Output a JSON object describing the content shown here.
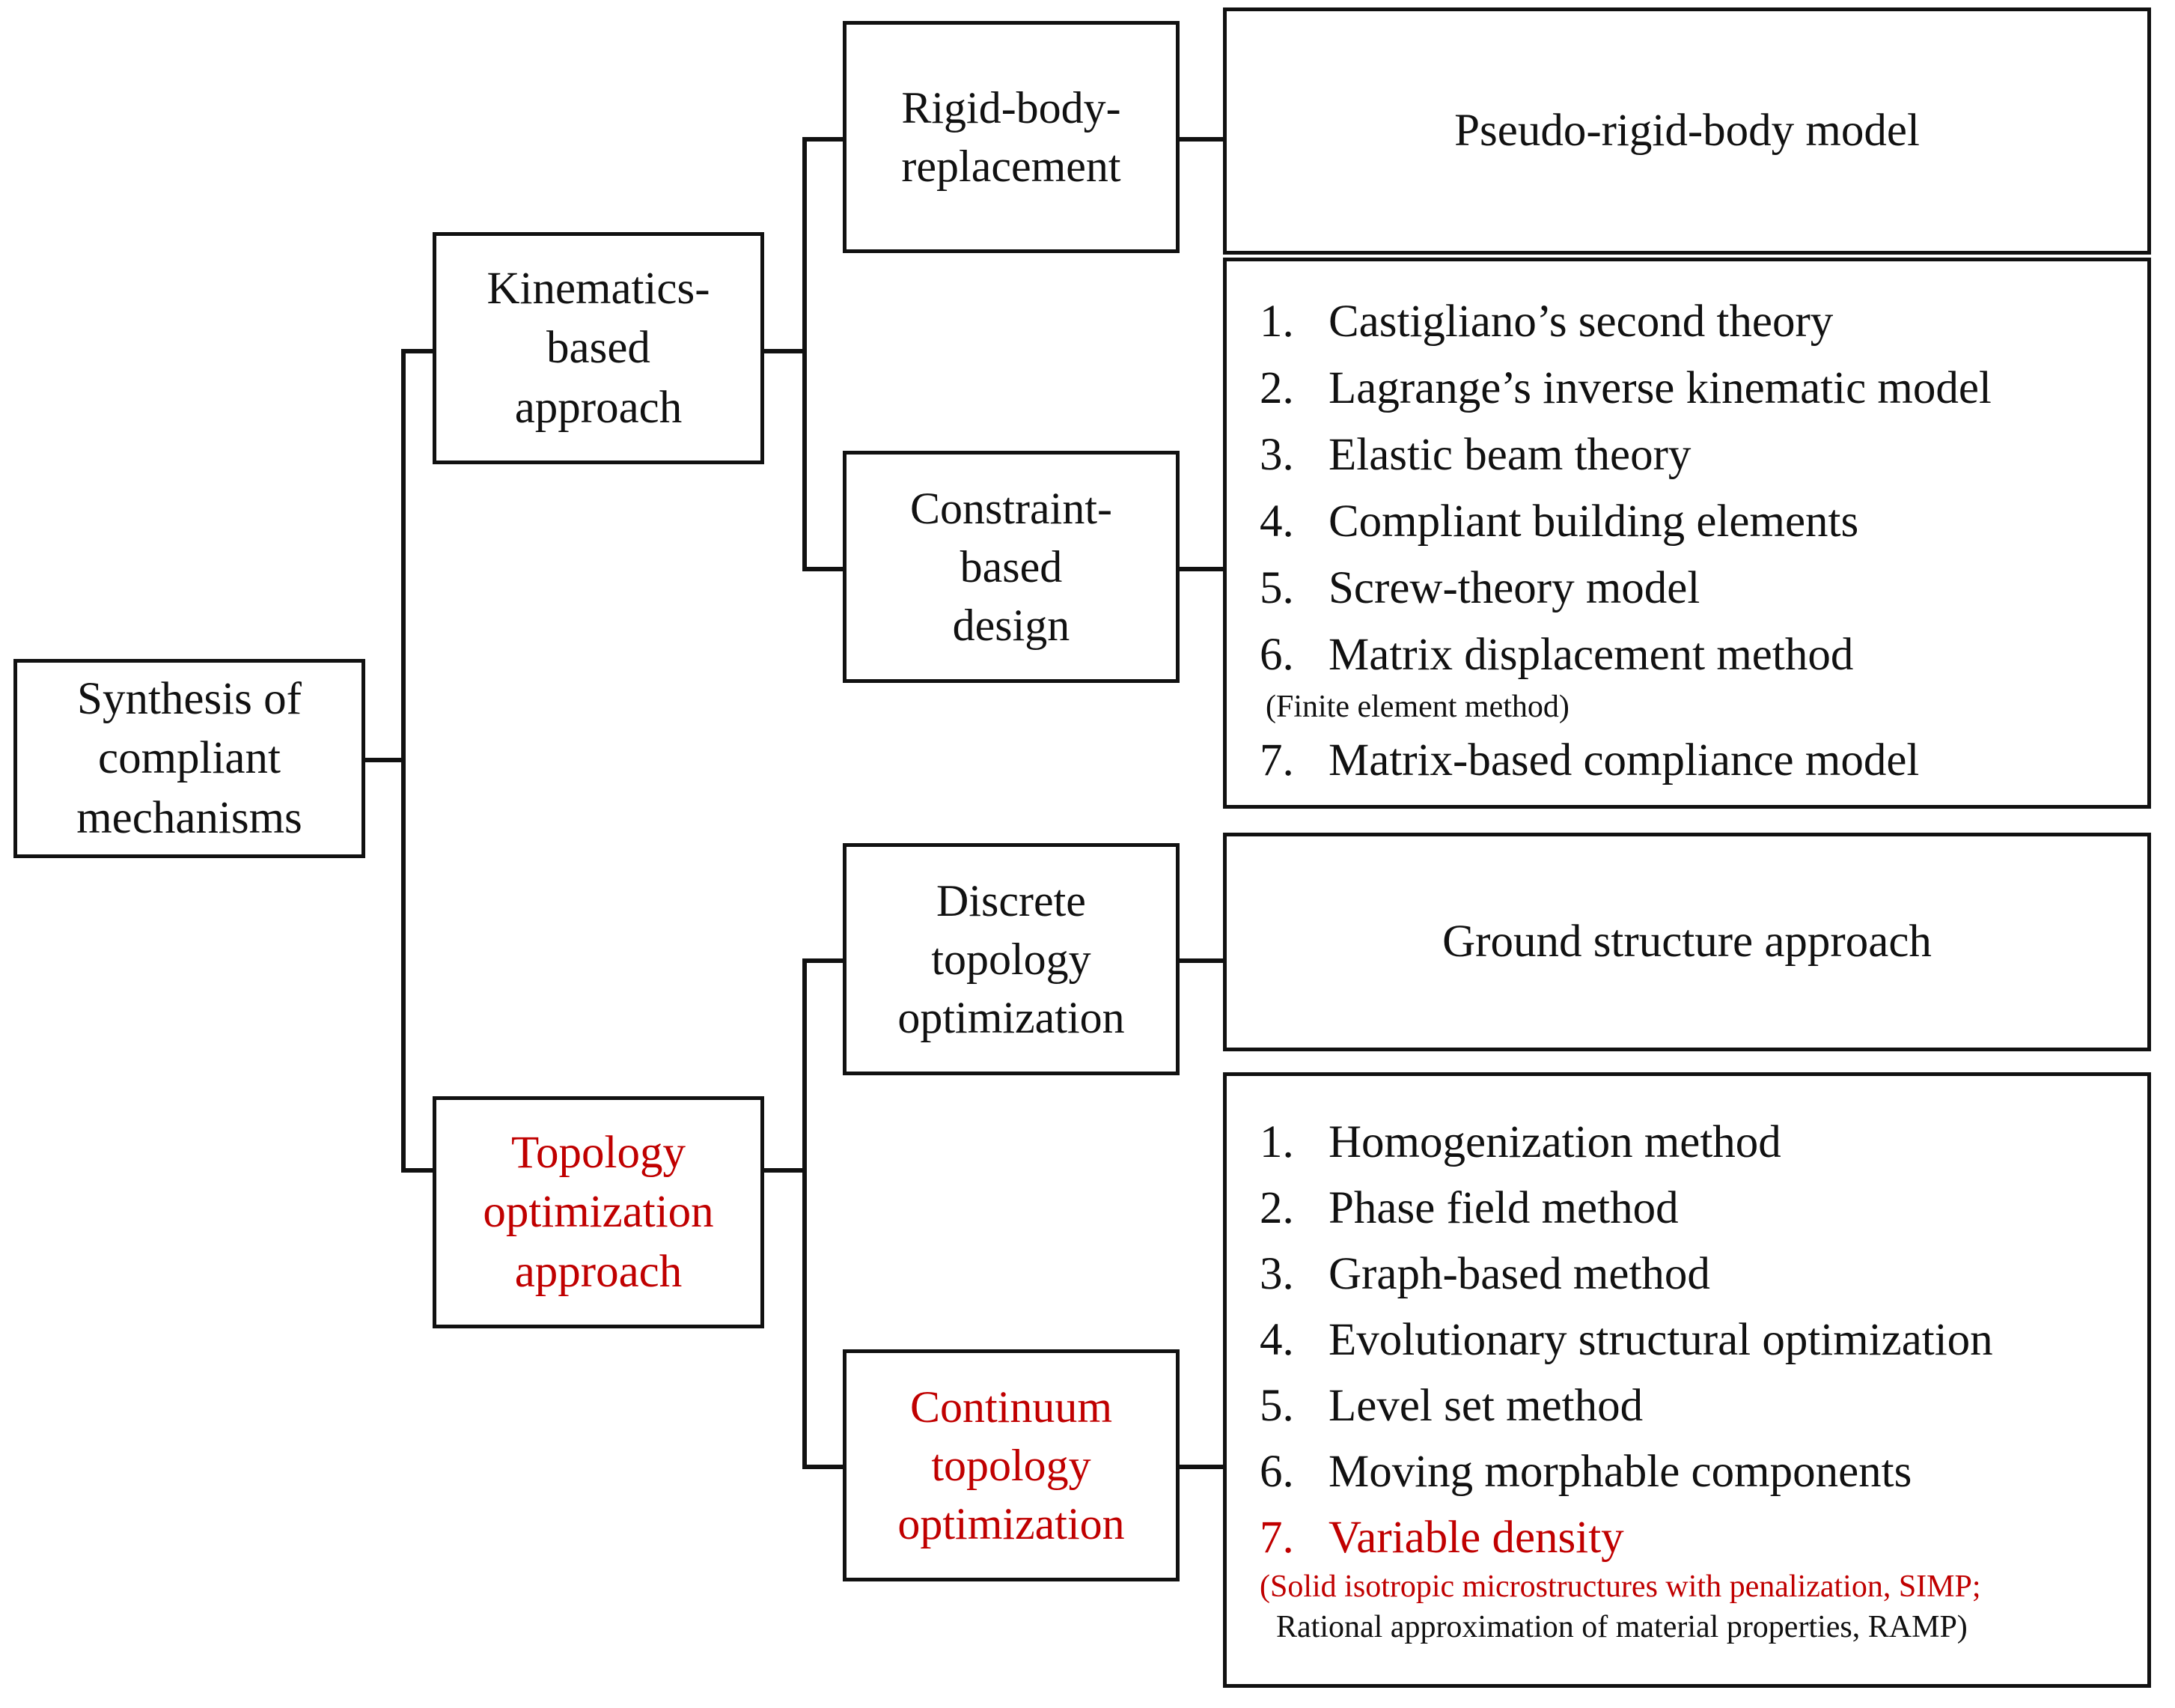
{
  "diagram": {
    "title": "Synthesis of compliant mechanisms classification tree",
    "type": "tree",
    "accent_color": "#C00000",
    "line_color": "#111111",
    "background": "#FFFFFF"
  },
  "root": {
    "label": "Synthesis of\ncompliant\nmechanisms",
    "color": "#111111"
  },
  "branches": {
    "kinematics": {
      "label": "Kinematics-\nbased\napproach",
      "color": "#111111"
    },
    "topology": {
      "label": "Topology\noptimization\napproach",
      "color": "#C00000"
    }
  },
  "subbranches": {
    "rigid_body_replacement": {
      "label": "Rigid-body-\nreplacement",
      "color": "#111111"
    },
    "constraint_based_design": {
      "label": "Constraint-\nbased\ndesign",
      "color": "#111111"
    },
    "discrete_topology_optimization": {
      "label": "Discrete\ntopology\noptimization",
      "color": "#111111"
    },
    "continuum_topology_optimization": {
      "label": "Continuum\ntopology\noptimization",
      "color": "#C00000"
    }
  },
  "leaves": {
    "pseudo_rigid_body": {
      "label": "Pseudo-rigid-body model",
      "color": "#111111"
    },
    "ground_structure": {
      "label": "Ground structure approach",
      "color": "#111111"
    },
    "constraint_methods": {
      "items": [
        {
          "num": "1.",
          "text": "Castigliano’s second theory",
          "color": "#111111"
        },
        {
          "num": "2.",
          "text": "Lagrange’s inverse kinematic model",
          "color": "#111111"
        },
        {
          "num": "3.",
          "text": "Elastic beam theory",
          "color": "#111111"
        },
        {
          "num": "4.",
          "text": "Compliant building elements",
          "color": "#111111"
        },
        {
          "num": "5.",
          "text": "Screw-theory model",
          "color": "#111111"
        },
        {
          "num": "6.",
          "text": "Matrix displacement method",
          "color": "#111111"
        }
      ],
      "note": "(Finite element method)",
      "note_color": "#111111",
      "last_item": {
        "num": "7.",
        "text": "Matrix-based compliance model",
        "color": "#111111"
      }
    },
    "continuum_methods": {
      "items": [
        {
          "num": "1.",
          "text": "Homogenization method",
          "color": "#111111"
        },
        {
          "num": "2.",
          "text": "Phase field method",
          "color": "#111111"
        },
        {
          "num": "3.",
          "text": "Graph-based method",
          "color": "#111111"
        },
        {
          "num": "4.",
          "text": "Evolutionary structural optimization",
          "color": "#111111"
        },
        {
          "num": "5.",
          "text": "Level set method",
          "color": "#111111"
        },
        {
          "num": "6.",
          "text": "Moving morphable components",
          "color": "#111111"
        },
        {
          "num": "7.",
          "text": "Variable density",
          "color": "#C00000"
        }
      ],
      "note_line1": "(Solid isotropic microstructures with penalization, SIMP;",
      "note_line1_color": "#C00000",
      "note_line2": "Rational approximation of material properties, RAMP)",
      "note_line2_color": "#111111"
    }
  }
}
